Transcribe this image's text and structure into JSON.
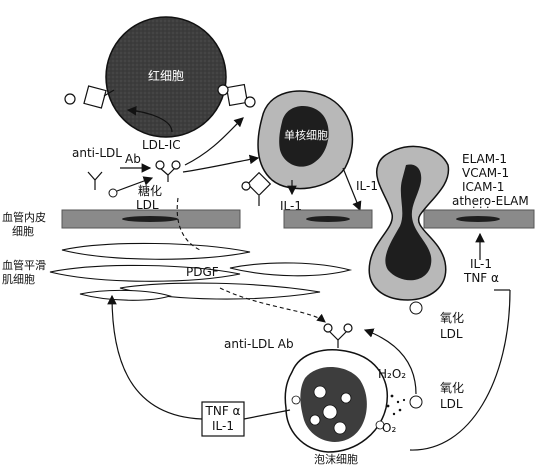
{
  "labels": {
    "red_cell": "红细胞",
    "monocyte": "单核细胞",
    "foam_cell": "泡沫细胞",
    "ldl_ic": "LDL-IC",
    "anti_ldl": "anti-LDL",
    "ab": "Ab",
    "glycated": "糖化",
    "ldl": "LDL",
    "endothelial_1": "血管内皮",
    "endothelial_2": "细胞",
    "smooth_muscle_1": "血管平滑",
    "smooth_muscle_2": "肌细胞",
    "pdgf": "PDGF",
    "il1_left": "IL-1",
    "il1_mid": "IL-1",
    "elam": "ELAM-1",
    "vcam": "VCAM-1",
    "icam": "ICAM-1",
    "athero_elam": "athero-ELAM",
    "dots": "· · ·",
    "il1_right": "IL-1",
    "tnf_right": "TNF α",
    "oxidized_1": "氧化",
    "ldl_1": "LDL",
    "oxidized_2": "氧化",
    "ldl_2": "LDL",
    "anti_ldl_ab": "anti-LDL Ab",
    "h2o2": "H₂O₂",
    "o2": "O₂",
    "tnf_box": "TNF α",
    "il1_box": "IL-1"
  },
  "colors": {
    "ink": "#111111",
    "red_cell": "#3d3d3d",
    "endothelium": "#8a8a8a",
    "cell_body": "#b8b8b8",
    "nucleus": "#1e1e1e"
  }
}
